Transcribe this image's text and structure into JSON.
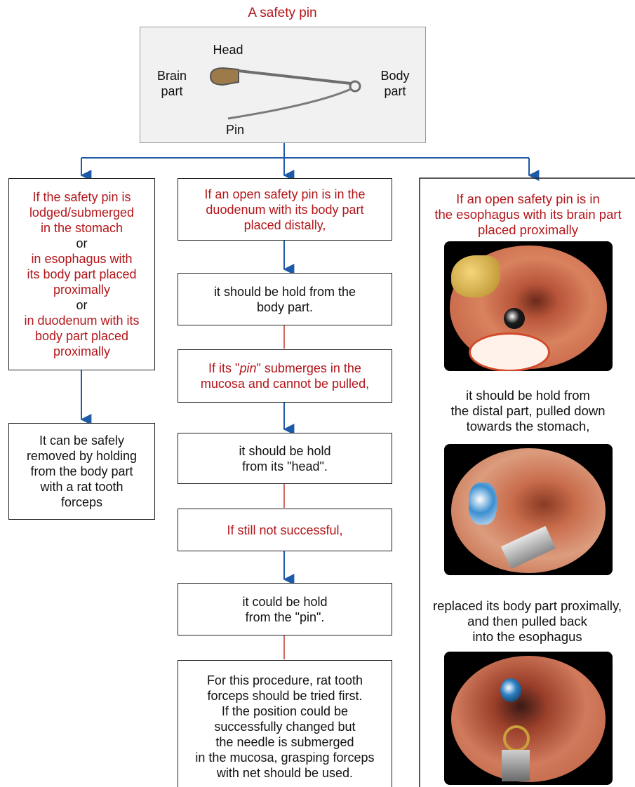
{
  "title": "A safety pin",
  "pin_labels": {
    "head": "Head",
    "brain": "Brain\npart",
    "body": "Body\npart",
    "pin": "Pin"
  },
  "left": {
    "condition": "If the safety pin is\nlodged/submerged\nin the stomach",
    "or1": "or",
    "esophagus": "in esophagus with\nits body part placed\nproximally",
    "or2": "or",
    "duodenum": "in duodenum with its\nbody part placed\nproximally",
    "result": "It can be safely\nremoved by holding\nfrom the body part\nwith a rat tooth\nforceps"
  },
  "middle": {
    "step1": "If an open safety pin is in the\nduodenum with its body part\nplaced distally,",
    "step2": "it should be hold from the\nbody part.",
    "step3_pre": "If its \"",
    "step3_em": "pin",
    "step3_post": "\" submerges in the\nmucosa and cannot be pulled,",
    "step4": "it should be hold\nfrom its \"head\".",
    "step5": "If still not successful,",
    "step6": "it could be hold\nfrom the \"pin\".",
    "step7": "For this procedure, rat tooth\nforceps should be tried first.\nIf the position could be\nsuccessfully changed but\nthe needle is submerged\nin the mucosa, grasping forceps\nwith net should be used."
  },
  "right": {
    "condition": "If an open safety pin is in\nthe esophagus with its brain part\nplaced proximally",
    "caption1": "it should be hold from\nthe distal part, pulled down\ntowards the stomach,",
    "caption2": "replaced its body part proximally,\nand then pulled back\ninto the esophagus"
  },
  "colors": {
    "red_text": "#b3161a",
    "arrow_blue": "#1f5aa6",
    "connector_red": "#c0392b"
  }
}
